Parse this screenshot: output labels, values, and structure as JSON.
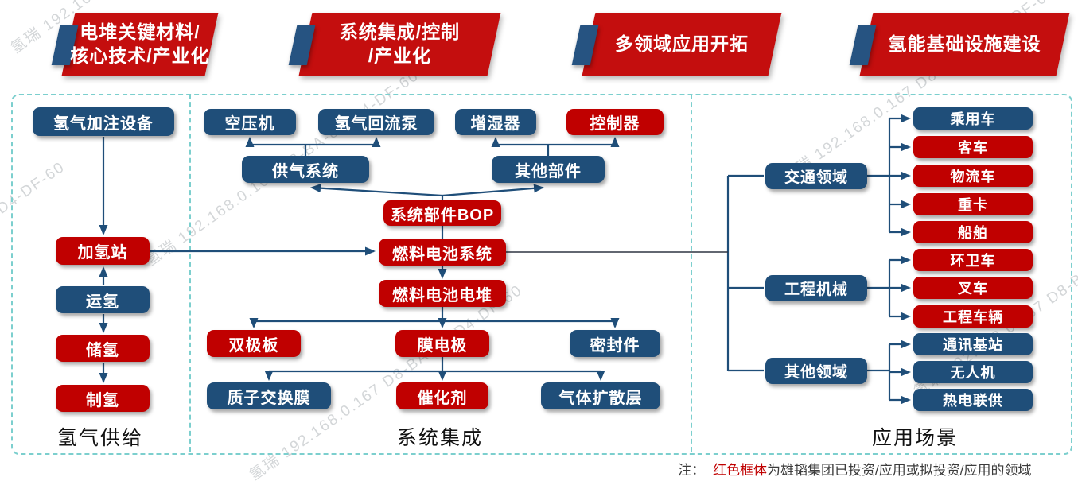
{
  "watermark": {
    "text": "氢瑞  192.168.0.167  D8-BA-8A-D4-DF-60"
  },
  "banners": [
    {
      "text": "电堆关键材料/\n核心技术/产业化"
    },
    {
      "text": "系统集成/控制\n/产业化"
    },
    {
      "text": "多领域应用开拓"
    },
    {
      "text": "氢能基础设施建设"
    }
  ],
  "sections": {
    "left_label": "氢气供给",
    "middle_label": "系统集成",
    "right_label": "应用场景"
  },
  "nodes": {
    "filling_equipment": {
      "label": "氢气加注设备",
      "status": "blue"
    },
    "refueling_station": {
      "label": "加氢站",
      "status": "red"
    },
    "transport": {
      "label": "运氢",
      "status": "blue"
    },
    "storage": {
      "label": "储氢",
      "status": "red"
    },
    "production": {
      "label": "制氢",
      "status": "red"
    },
    "air_compressor": {
      "label": "空压机",
      "status": "blue"
    },
    "recirculation_pump": {
      "label": "氢气回流泵",
      "status": "blue"
    },
    "humidifier": {
      "label": "增湿器",
      "status": "blue"
    },
    "controller": {
      "label": "控制器",
      "status": "red"
    },
    "air_supply": {
      "label": "供气系统",
      "status": "blue"
    },
    "other_components": {
      "label": "其他部件",
      "status": "blue"
    },
    "bop": {
      "label": "系统部件BOP",
      "status": "red"
    },
    "fuel_cell_system": {
      "label": "燃料电池系统",
      "status": "red"
    },
    "fuel_cell_stack": {
      "label": "燃料电池电堆",
      "status": "red"
    },
    "bipolar_plate": {
      "label": "双极板",
      "status": "red"
    },
    "mea": {
      "label": "膜电极",
      "status": "red"
    },
    "seal": {
      "label": "密封件",
      "status": "blue"
    },
    "pem": {
      "label": "质子交换膜",
      "status": "blue"
    },
    "catalyst": {
      "label": "催化剂",
      "status": "red"
    },
    "gdl": {
      "label": "气体扩散层",
      "status": "blue"
    },
    "traffic": {
      "label": "交通领域",
      "status": "blue"
    },
    "machinery": {
      "label": "工程机械",
      "status": "blue"
    },
    "other_fields": {
      "label": "其他领域",
      "status": "blue"
    },
    "passenger_car": {
      "label": "乘用车",
      "status": "blue"
    },
    "bus": {
      "label": "客车",
      "status": "red"
    },
    "logistics_vehicle": {
      "label": "物流车",
      "status": "red"
    },
    "heavy_truck": {
      "label": "重卡",
      "status": "red"
    },
    "ship": {
      "label": "船舶",
      "status": "red"
    },
    "sanitation_vehicle": {
      "label": "环卫车",
      "status": "red"
    },
    "forklift": {
      "label": "叉车",
      "status": "red"
    },
    "engineering_vehicle": {
      "label": "工程车辆",
      "status": "red"
    },
    "base_station": {
      "label": "通讯基站",
      "status": "blue"
    },
    "drone": {
      "label": "无人机",
      "status": "blue"
    },
    "chp": {
      "label": "热电联供",
      "status": "blue"
    }
  },
  "note": {
    "prefix": "注：",
    "highlight": "红色框体",
    "rest": "为雄韬集团已投资/应用或拟投资/应用的领域"
  },
  "legend_colors": {
    "red_box": "#C00000",
    "blue_box": "#1F4E79",
    "connector": "#1F4E79",
    "dashed_border": "#7CCFCE"
  }
}
